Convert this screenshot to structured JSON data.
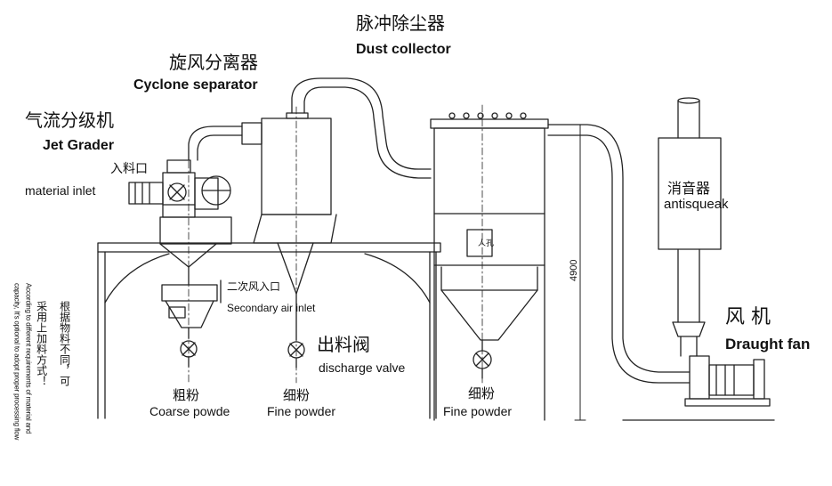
{
  "labels": {
    "jet_grader_cn": "气流分级机",
    "jet_grader_en": "Jet Grader",
    "material_inlet_cn": "入料口",
    "material_inlet_en": "material inlet",
    "cyclone_cn": "旋风分离器",
    "cyclone_en": "Cyclone separator",
    "dust_collector_cn": "脉冲除尘器",
    "dust_collector_en": "Dust collector",
    "antisqueak_cn": "消音器",
    "antisqueak_en": "antisqueak",
    "fan_cn": "风 机",
    "fan_en": "Draught fan",
    "secondary_air_cn": "二次风入口",
    "secondary_air_en": "Secondary air inlet",
    "discharge_valve_cn": "出料阀",
    "discharge_valve_en": "discharge valve",
    "coarse_cn": "粗粉",
    "coarse_en": "Coarse powde",
    "fine1_cn": "细粉",
    "fine1_en": "Fine powder",
    "fine2_cn": "细粉",
    "fine2_en": "Fine powder",
    "manhole_cn": "人孔",
    "height_dim": "4900"
  },
  "side_note": {
    "cn_col1": "根据物料不同，可",
    "cn_col2": "采用上加料方式！",
    "en_col1": "According to different requirements of material and",
    "en_col2": "capacity, It's optional to adopt proper processing flow"
  }
}
